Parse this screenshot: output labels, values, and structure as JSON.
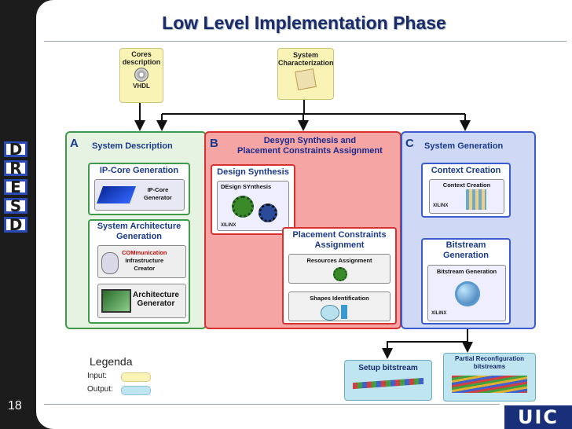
{
  "slide": {
    "title": "Low Level Implementation Phase",
    "page_number": "18"
  },
  "side_logo": {
    "letters": [
      "D",
      "R",
      "E",
      "S",
      "D"
    ]
  },
  "inputs": {
    "cores": {
      "label": "Cores description",
      "file_label": "VHDL"
    },
    "system": {
      "label": "System Characterization"
    }
  },
  "panel_a": {
    "letter": "A",
    "title": "System Description",
    "ip_core": {
      "title": "IP-Core Generation",
      "tool_line1": "IP-Core",
      "tool_line2": "Generator",
      "tool_hl1": "IP",
      "tool_hl2": "G"
    },
    "arch": {
      "title_line1": "System Architecture",
      "title_line2": "Generation",
      "comm_line1": "COMmunication",
      "comm_line2": "Infrastructure",
      "comm_line3": "Creator",
      "arch_line1": "Architecture",
      "arch_line2": "Generator"
    }
  },
  "panel_b": {
    "letter": "B",
    "title_line1": "Desygn Synthesis and",
    "title_line2": "Placement Constraints Assignment",
    "design_synthesis": {
      "title": "Design Synthesis",
      "tool": "DEsign SYnthesis",
      "xilinx": "XILINX"
    },
    "placement": {
      "title_line1": "Placement Constraints",
      "title_line2": "Assignment",
      "resources": "Resources Assignment",
      "shapes": "Shapes Identification"
    }
  },
  "panel_c": {
    "letter": "C",
    "title": "System Generation",
    "context": {
      "title": "Context Creation",
      "tool": "Context Creation",
      "xilinx": "XILINX"
    },
    "bitstream": {
      "title_line1": "Bitstream",
      "title_line2": "Generation",
      "tool": "Bitstream Generation",
      "xilinx": "XILINX"
    }
  },
  "legend": {
    "title": "Legenda",
    "input_label": "Input:",
    "output_label": "Output:"
  },
  "outputs": {
    "setup": "Setup bitstream",
    "partial_line1": "Partial Reconfiguration",
    "partial_line2": "bitstreams"
  },
  "logo": {
    "text": "UIC"
  },
  "colors": {
    "panel_a": "#e6f2e2",
    "panel_a_border": "#3f9a4a",
    "panel_b": "#f6a5a5",
    "panel_b_border": "#d93030",
    "panel_c": "#cfd8f4",
    "panel_c_border": "#3b5bd0",
    "input": "#f9f3b6",
    "output": "#bfe6f0"
  }
}
